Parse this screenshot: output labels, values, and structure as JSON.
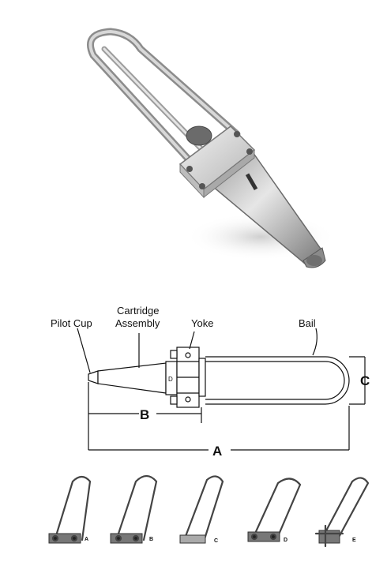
{
  "diagram": {
    "labels": {
      "pilot_cup": "Pilot Cup",
      "cartridge_line1": "Cartridge",
      "cartridge_line2": "Assembly",
      "yoke": "Yoke",
      "bail": "Bail"
    },
    "dimensions": {
      "a": "A",
      "b": "B",
      "c": "C"
    }
  },
  "variants": {
    "items": [
      {
        "letter": "A"
      },
      {
        "letter": "B"
      },
      {
        "letter": "C"
      },
      {
        "letter": "D"
      },
      {
        "letter": "E"
      }
    ]
  },
  "colors": {
    "metal_light": "#d9d9d9",
    "metal_mid": "#a8a8a8",
    "metal_dark": "#6e6e6e",
    "line": "#111111"
  }
}
